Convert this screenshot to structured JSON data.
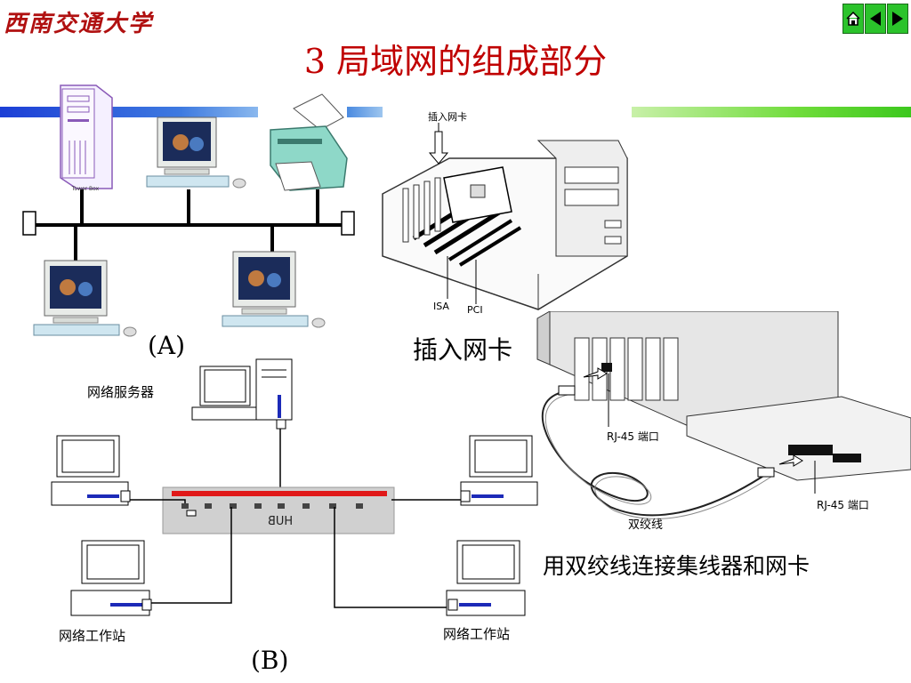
{
  "header": {
    "logo_text": "西南交通大学",
    "title": "3  局域网的组成部分"
  },
  "nav": [
    {
      "name": "home-icon",
      "label": "⌂"
    },
    {
      "name": "prev-arrow-icon",
      "label": "◀"
    },
    {
      "name": "next-arrow-icon",
      "label": "▶"
    }
  ],
  "diagram_a": {
    "caption": "(A)",
    "server_label": "Tower Box"
  },
  "install": {
    "top_label": "插入网卡",
    "isa_label": "ISA",
    "pci_label": "PCI",
    "caption": "插入网卡"
  },
  "cable": {
    "rj45_label_1": "RJ-45 端口",
    "rj45_label_2": "RJ-45 端口",
    "twisted_pair_label": "双绞线",
    "caption": "用双绞线连接集线器和网卡"
  },
  "diagram_b": {
    "server_label": "网络服务器",
    "hub_label": "HUB",
    "workstation_left": "网络工作站",
    "workstation_right": "网络工作站",
    "caption": "(B)"
  },
  "colors": {
    "title": "#c00000",
    "bar_blue": "#1c3fd6",
    "bar_green": "#6fdc3a",
    "nav_green": "#2bc32b",
    "hub_red": "#e01818"
  }
}
